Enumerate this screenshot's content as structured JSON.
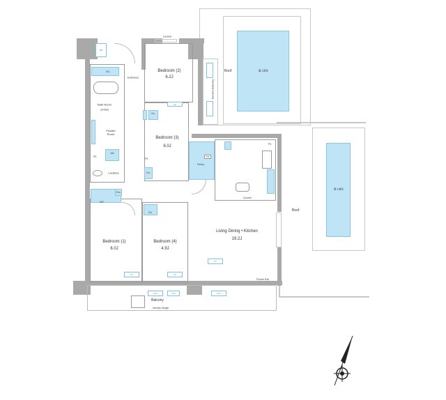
{
  "rooms": {
    "bedroom2": {
      "name": "Bedroom (2)",
      "size": "6.2J"
    },
    "bedroom3": {
      "name": "Bedroom (3)",
      "size": "6.0J"
    },
    "bedroom1": {
      "name": "Bedroom (1)",
      "size": "6.0J"
    },
    "bedroom4": {
      "name": "Bedroom (4)",
      "size": "4.9J"
    },
    "ldk": {
      "name": "Living Dining • Kitchen",
      "size": "19.2J"
    },
    "bath": {
      "name": "Bath Room",
      "size": "(1418)"
    },
    "powder": "Powder Room",
    "lavatory": "Lavatory",
    "entrance": "Entrance",
    "pantry": "Pantry",
    "balcony": "Balcony",
    "service_balcony": "Service Balcony"
  },
  "labels": {
    "louvre": "Louvre",
    "mb": "MB",
    "sic": "SIC",
    "wic": "WIC",
    "clo": "Clo.",
    "sho": "Sho.",
    "ps": "PS",
    "fr": "FR",
    "ac": "AC",
    "aco": "ACO",
    "counter": "Counter",
    "picture_rail": "Picture Rail",
    "laundry_hanger": "laundry hanger",
    "roof": "Roof",
    "rooftop_green": "屋上緑化",
    "wa": "Wa"
  },
  "colors": {
    "fixture": "#bfe4f6",
    "wall": "#a9a9a9"
  }
}
